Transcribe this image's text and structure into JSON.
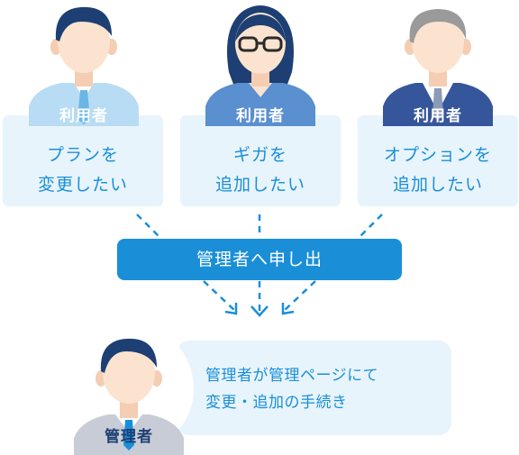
{
  "users": [
    {
      "role": "利用者",
      "request": "プランを\n変更したい",
      "style": "casual"
    },
    {
      "role": "利用者",
      "request": "ギガを\n追加したい",
      "style": "glasses"
    },
    {
      "role": "利用者",
      "request": "オプションを\n追加したい",
      "style": "suit"
    }
  ],
  "action": {
    "label": "管理者へ申し出"
  },
  "admin": {
    "role": "管理者",
    "message": "管理者が管理ページにて\n変更・追加の手続き"
  },
  "colors": {
    "accent": "#1a8fd8",
    "card": "#e8f4fc",
    "skin": "#fbe3cf",
    "hair": "#1d3f73"
  }
}
